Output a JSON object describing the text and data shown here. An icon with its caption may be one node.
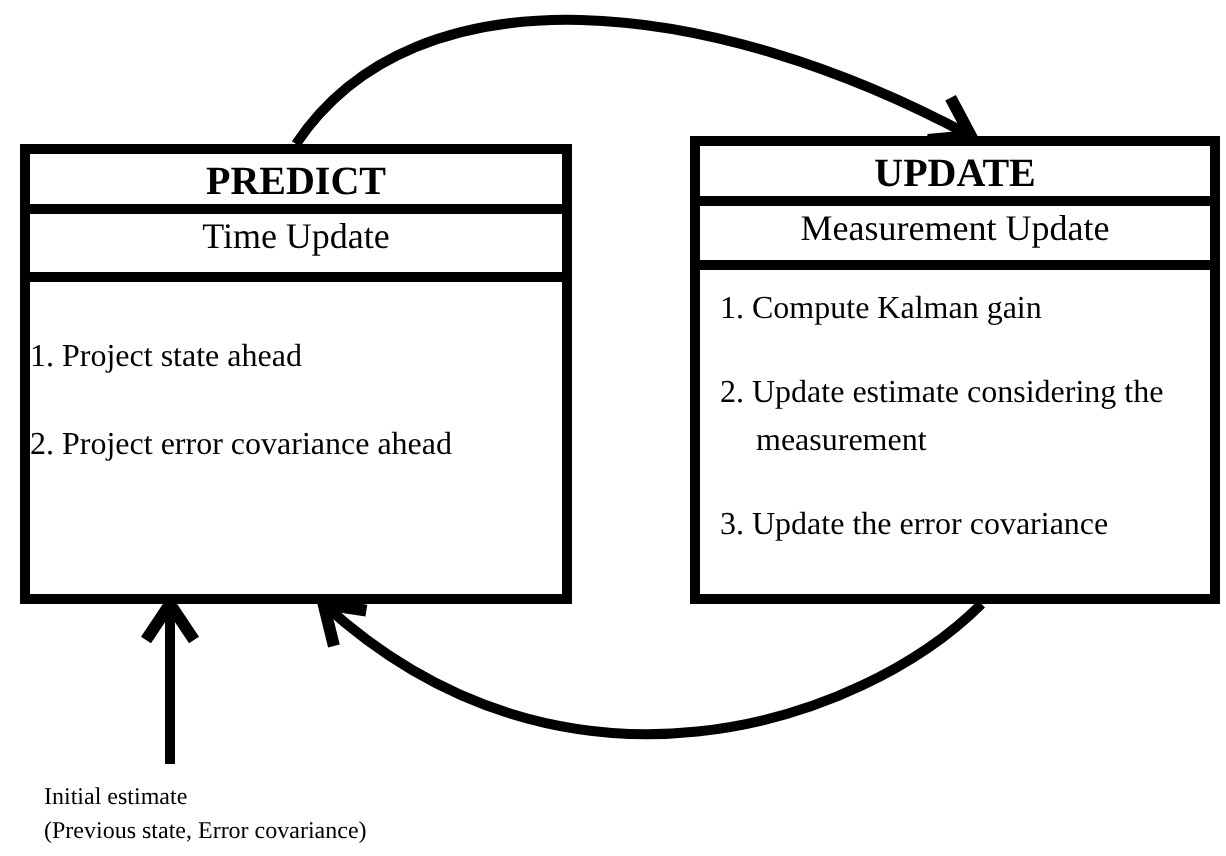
{
  "diagram": {
    "nodes": [
      {
        "text": [
          "PREDICT",
          "Time Update",
          "1. Project state ahead",
          "2. Project error covariance ahead"
        ]
      },
      {
        "text": [
          "UPDATE",
          "Measurement Update",
          "1. Compute Kalman gain",
          "2. Update estimate considering the measurement",
          "3. Update the error covariance"
        ]
      },
      {
        "text": [
          "Initial estimate",
          "(Previous state, Error covariance)"
        ]
      }
    ],
    "edges": [
      {
        "from": 0,
        "to": 1,
        "arrow": "to"
      },
      {
        "from": 1,
        "to": 0,
        "arrow": "to"
      },
      {
        "from": 2,
        "to": 0,
        "arrow": "to"
      }
    ]
  }
}
